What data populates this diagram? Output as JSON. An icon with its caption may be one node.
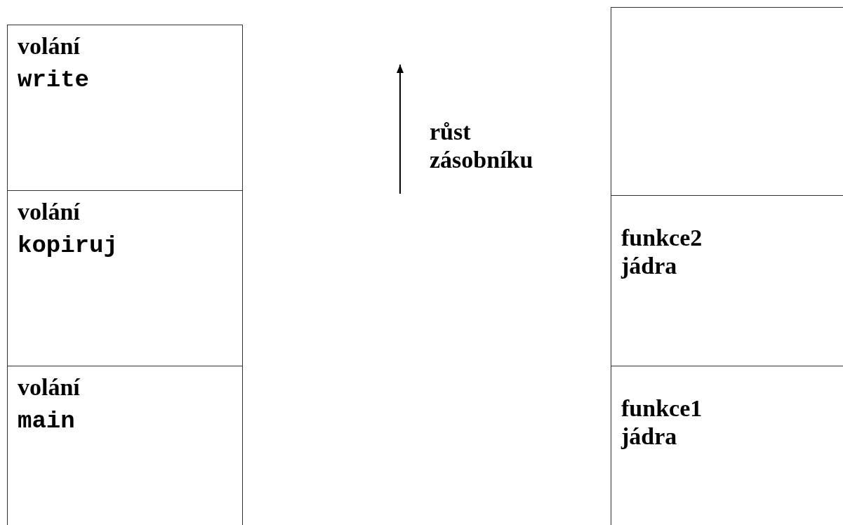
{
  "diagram": {
    "nodes": [
      {
        "text": [
          "volání",
          "write"
        ]
      },
      {
        "text": [
          "volání",
          "kopiruj"
        ]
      },
      {
        "text": [
          "volání",
          "main"
        ]
      },
      {
        "text": [],
        "shape": "box"
      },
      {
        "text": [
          "funkce2 jádra"
        ]
      },
      {
        "text": [
          "funkce1 jádra"
        ]
      }
    ],
    "edges": [],
    "labels": [
      "růst zásobníku"
    ]
  }
}
